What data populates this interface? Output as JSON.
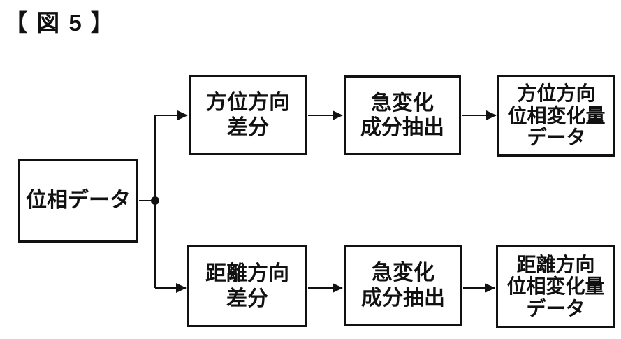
{
  "figure": {
    "title": "【 図 5 】"
  },
  "nodes": {
    "phase_data": {
      "label": "位相データ"
    },
    "azimuth_diff": {
      "lines": [
        "方位方向",
        "差分"
      ]
    },
    "azimuth_extract": {
      "lines": [
        "急変化",
        "成分抽出"
      ]
    },
    "azimuth_output": {
      "lines": [
        "方位方向",
        "位相変化量",
        "データ"
      ]
    },
    "range_diff": {
      "lines": [
        "距離方向",
        "差分"
      ]
    },
    "range_extract": {
      "lines": [
        "急変化",
        "成分抽出"
      ]
    },
    "range_output": {
      "lines": [
        "距離方向",
        "位相変化量",
        "データ"
      ]
    }
  },
  "colors": {
    "line": "#111111",
    "background": "#ffffff",
    "text": "#111111"
  }
}
